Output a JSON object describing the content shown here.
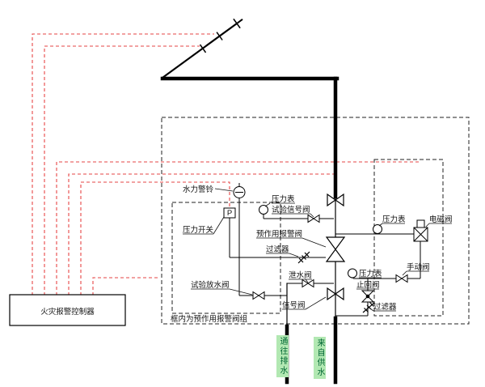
{
  "controller": {
    "label": "火灾报警控制器"
  },
  "frame_note": "框内为预作用报警阀组",
  "labels": {
    "hydraulic_alarm_bell": "水力警铃",
    "pressure_gauge_main": "压力表",
    "test_signal_valve": "试验信号阀",
    "pressure_switch": "压力开关",
    "pressure_switch_letter": "P",
    "preaction_alarm_valve": "预作用报警阀",
    "filter_alarm_line": "过滤器",
    "test_drain_valve": "试验放水阀",
    "drain_valve": "泄水阀",
    "signal_valve": "信号阀",
    "pressure_gauge_trim": "压力表",
    "check_valve": "止回阀",
    "filter_trim": "过滤器",
    "manual_valve": "手动阀",
    "pressure_gauge_solenoid": "压力表",
    "solenoid_valve": "电磁阀",
    "to_drain": "通往排水",
    "from_supply": "来自供水"
  },
  "colors": {
    "pipe": "#000000",
    "signal_line": "#e64545",
    "frame_dash": "#222222",
    "highlight_bg": "#b2e8b2"
  }
}
